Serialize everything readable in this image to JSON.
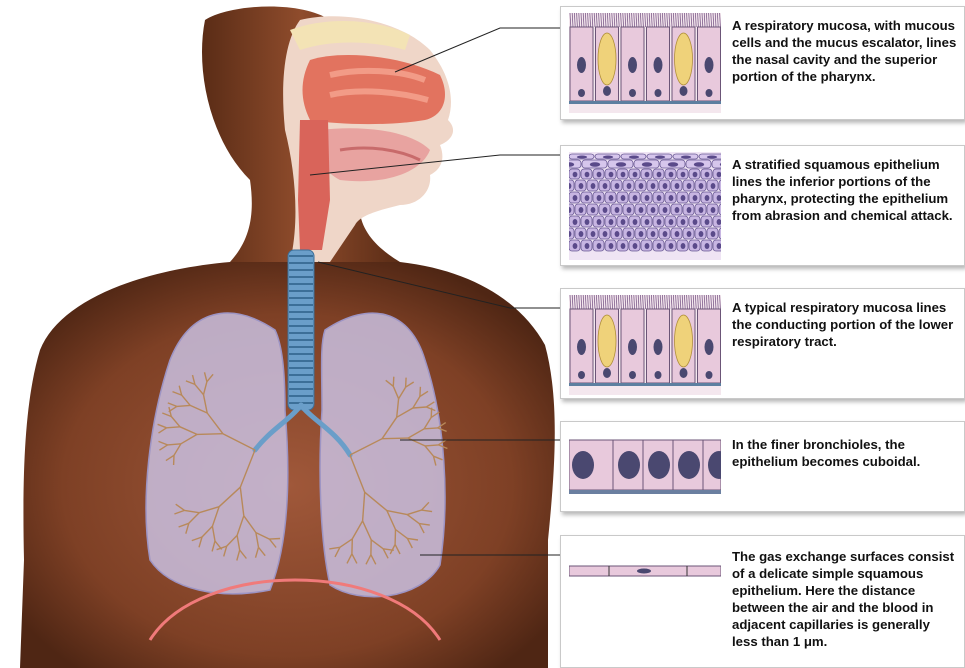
{
  "colors": {
    "skin": "#8a4a2a",
    "skin_dark": "#5a2c16",
    "airway": "#e2735f",
    "trachea": "#6a9ec9",
    "lung": "#c9c0e0",
    "bronchi": "#b8895a",
    "cell_fill": "#e8c9dc",
    "nucleus": "#4a4870",
    "goblet": "#efd27a",
    "panel_border": "#c9c9c9"
  },
  "icons": {
    "body": "human-torso-illustration",
    "mucosa": "ciliated-columnar-epithelium-icon",
    "squamous": "stratified-squamous-epithelium-icon",
    "cuboidal": "cuboidal-epithelium-icon",
    "simple_squamous": "simple-squamous-epithelium-icon"
  },
  "callouts": [
    {
      "text": "A respiratory mucosa, with mucous cells and the mucus escalator, lines the nasal cavity and the superior portion of the pharynx."
    },
    {
      "text": "A stratified squamous epithelium lines the inferior portions of the pharynx, protecting the epithelium from abrasion and chemical attack."
    },
    {
      "text": "A typical respiratory mucosa lines the conducting portion of the lower respiratory tract."
    },
    {
      "text": "In the finer bronchioles, the epithelium becomes cuboidal."
    },
    {
      "text": "The gas exchange surfaces consist of a delicate simple squamous epithelium. Here the distance between the air and the blood in adjacent capillaries is generally less than 1 μm."
    }
  ]
}
